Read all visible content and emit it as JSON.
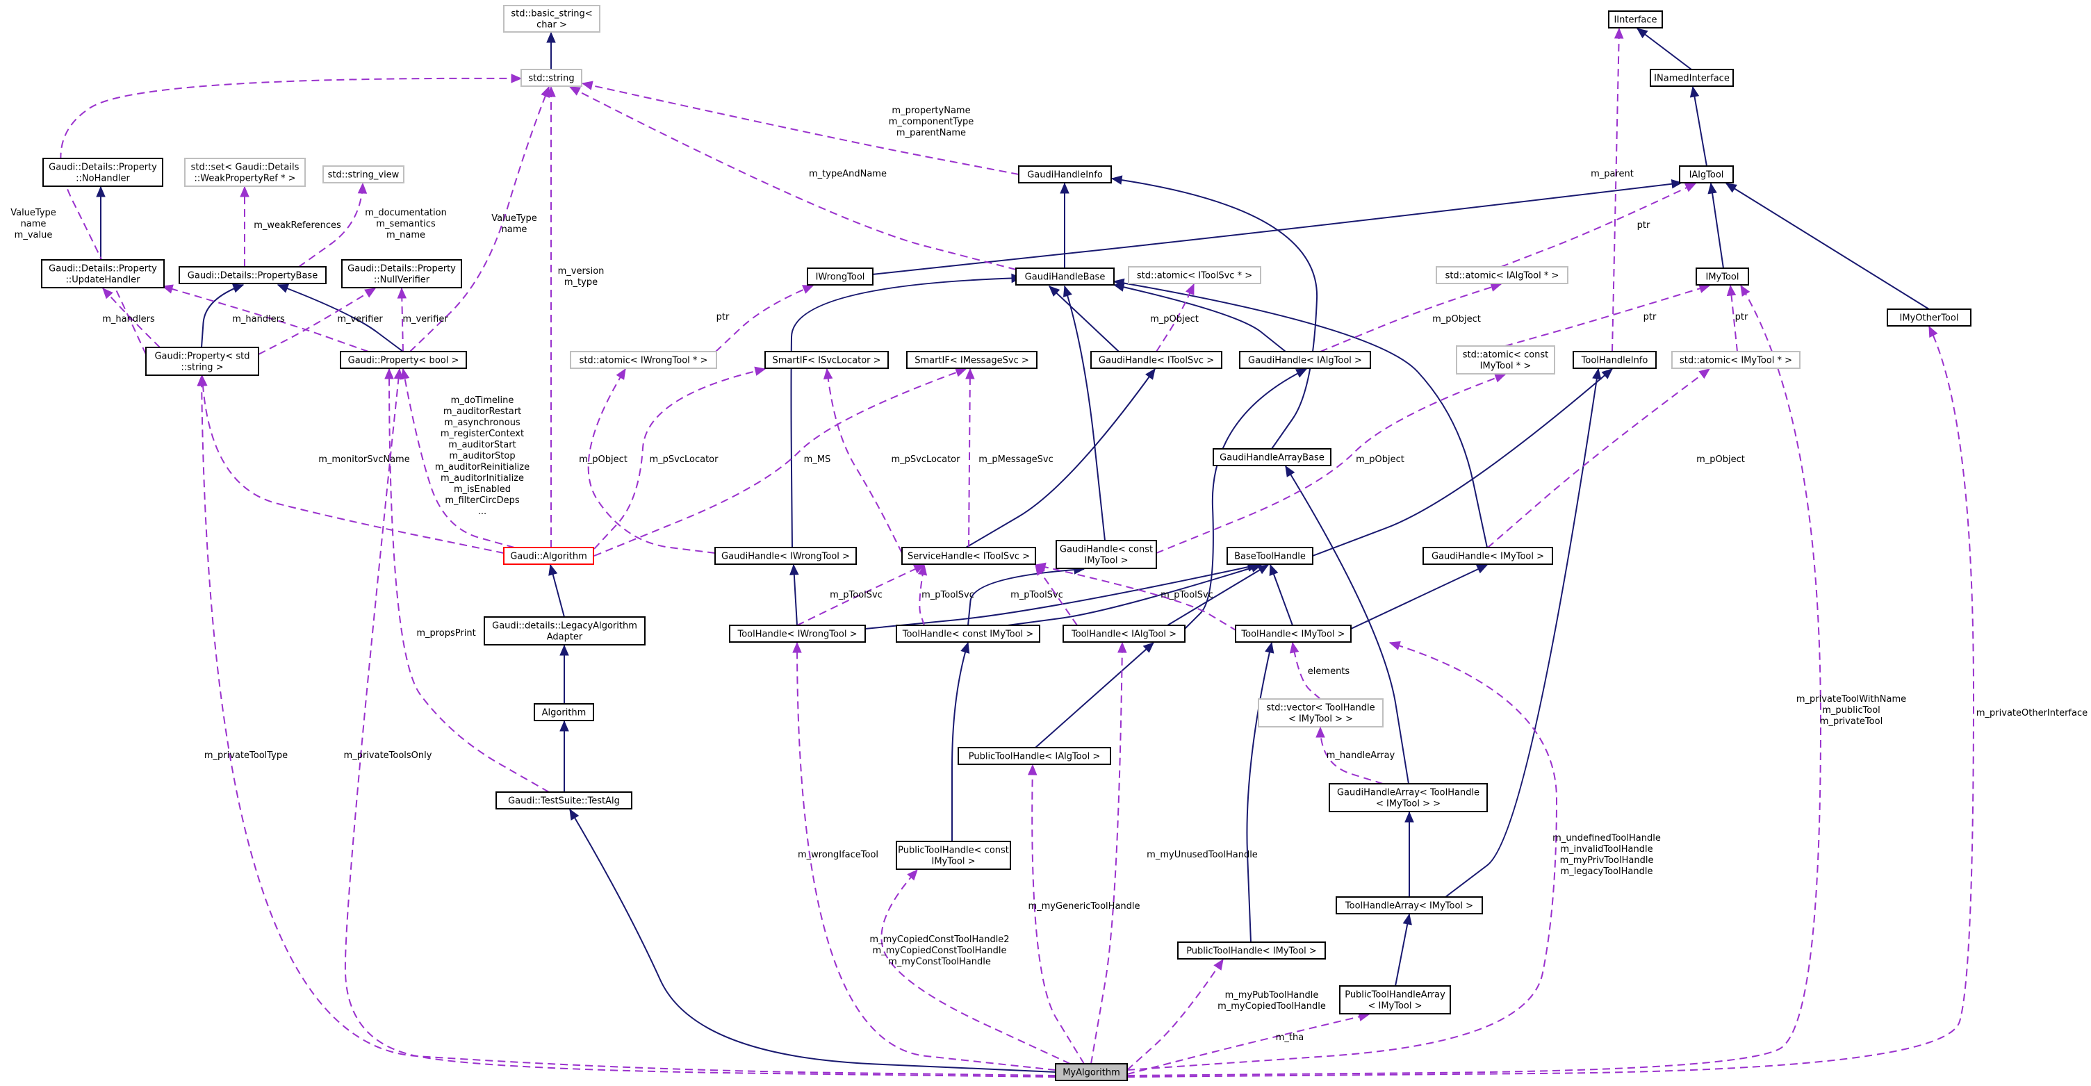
{
  "nodes": {
    "basic_string": [
      "std::basic_string<",
      "char >"
    ],
    "std_string": [
      "std::string"
    ],
    "iinterface": [
      "IInterface"
    ],
    "inamedinterface": [
      "INamedInterface"
    ],
    "ialgtool": [
      "IAlgTool"
    ],
    "imytool": [
      "IMyTool"
    ],
    "imyothertool": [
      "IMyOtherTool"
    ],
    "noHandler": [
      "Gaudi::Details::Property",
      "::NoHandler"
    ],
    "weakPropSet": [
      "std::set< Gaudi::Details",
      "::WeakPropertyRef * >"
    ],
    "string_view": [
      "std::string_view"
    ],
    "updateHandler": [
      "Gaudi::Details::Property",
      "::UpdateHandler"
    ],
    "propertyBase": [
      "Gaudi::Details::PropertyBase"
    ],
    "nullVerifier": [
      "Gaudi::Details::Property",
      "::NullVerifier"
    ],
    "propString": [
      "Gaudi::Property< std",
      "::string >"
    ],
    "propBool": [
      "Gaudi::Property< bool >"
    ],
    "gaudiHandleInfo": [
      "GaudiHandleInfo"
    ],
    "iwrongtool": [
      "IWrongTool"
    ],
    "gaudiHandleBase": [
      "GaudiHandleBase"
    ],
    "atomicIToolSvc": [
      "std::atomic< IToolSvc * >"
    ],
    "atomicIAlgTool": [
      "std::atomic< IAlgTool * >"
    ],
    "atomicIWrongTool": [
      "std::atomic< IWrongTool * >"
    ],
    "smartIFLocator": [
      "SmartIF< ISvcLocator >"
    ],
    "smartIFMsg": [
      "SmartIF< IMessageSvc >"
    ],
    "ghIToolSvc": [
      "GaudiHandle< IToolSvc >"
    ],
    "ghIAlgTool": [
      "GaudiHandle< IAlgTool >"
    ],
    "atomicConstIMyTool": [
      "std::atomic< const",
      "IMyTool * >"
    ],
    "toolHandleInfo": [
      "ToolHandleInfo"
    ],
    "atomicIMyTool": [
      "std::atomic< IMyTool * >"
    ],
    "gaudiHandleArrayBase": [
      "GaudiHandleArrayBase"
    ],
    "gaudiAlgorithm": [
      "Gaudi::Algorithm"
    ],
    "ghIWrongTool": [
      "GaudiHandle< IWrongTool >"
    ],
    "serviceHandle": [
      "ServiceHandle< IToolSvc >"
    ],
    "ghConstIMyTool": [
      "GaudiHandle< const",
      "IMyTool >"
    ],
    "baseToolHandle": [
      "BaseToolHandle"
    ],
    "ghIMyTool": [
      "GaudiHandle< IMyTool >"
    ],
    "legacyAdapter": [
      "Gaudi::details::LegacyAlgorithm",
      "Adapter"
    ],
    "thIWrongTool": [
      "ToolHandle< IWrongTool >"
    ],
    "thConstIMyTool": [
      "ToolHandle< const IMyTool >"
    ],
    "thIAlgTool": [
      "ToolHandle< IAlgTool >"
    ],
    "thIMyTool": [
      "ToolHandle< IMyTool >"
    ],
    "vectorToolHandle": [
      "std::vector< ToolHandle",
      "< IMyTool > >"
    ],
    "algorithm": [
      "Algorithm"
    ],
    "pthIAlgTool": [
      "PublicToolHandle< IAlgTool >"
    ],
    "ghaToolHandle": [
      "GaudiHandleArray< ToolHandle",
      "< IMyTool > >"
    ],
    "testAlg": [
      "Gaudi::TestSuite::TestAlg"
    ],
    "pthConstIMyTool": [
      "PublicToolHandle< const",
      "IMyTool >"
    ],
    "thaIMyTool": [
      "ToolHandleArray< IMyTool >"
    ],
    "pthIMyTool": [
      "PublicToolHandle< IMyTool >"
    ],
    "pthaIMyTool": [
      "PublicToolHandleArray",
      "< IMyTool >"
    ],
    "myAlgorithm": [
      "MyAlgorithm"
    ]
  },
  "edge_labels": {
    "propGHInfo": [
      "m_propertyName",
      "m_componentType",
      "m_parentName"
    ],
    "typeAndName": [
      "m_typeAndName"
    ],
    "weakRefs": [
      "m_weakReferences"
    ],
    "docSemName": [
      "m_documentation",
      "m_semantics",
      "m_name"
    ],
    "valueTypeLeft": [
      "ValueType",
      "name",
      "m_value"
    ],
    "valueTypeBool": [
      "ValueType",
      "name"
    ],
    "versionType": [
      "m_version",
      "m_type"
    ],
    "parent": [
      "m_parent"
    ],
    "ptrAlgTool": [
      "ptr"
    ],
    "ptrWrong": [
      "ptr"
    ],
    "ptrConstMy": [
      "ptr"
    ],
    "ptrMy": [
      "ptr"
    ],
    "pObjectToolSvc": [
      "m_pObject"
    ],
    "pObjectAlgTool": [
      "m_pObject"
    ],
    "handlersLeft": [
      "m_handlers"
    ],
    "handlersBool": [
      "m_handlers"
    ],
    "verifierLeft": [
      "m_verifier"
    ],
    "verifierBool": [
      "m_verifier"
    ],
    "algFlags": [
      "m_doTimeline",
      "m_auditorRestart",
      "m_asynchronous",
      "m_registerContext",
      "m_auditorStart",
      "m_auditorStop",
      "m_auditorReinitialize",
      "m_auditorInitialize",
      "m_isEnabled",
      "m_filterCircDeps",
      "..."
    ],
    "monitorSvc": [
      "m_monitorSvcName"
    ],
    "pObjectWrong": [
      "m_pObject"
    ],
    "pSvcLocatorAlg": [
      "m_pSvcLocator"
    ],
    "ms": [
      "m_MS"
    ],
    "pSvcLocatorSH": [
      "m_pSvcLocator"
    ],
    "pMessageSvc": [
      "m_pMessageSvc"
    ],
    "pObjectConstMy": [
      "m_pObject"
    ],
    "pObjectMy": [
      "m_pObject"
    ],
    "pToolSvc1": [
      "m_pToolSvc"
    ],
    "pToolSvc2": [
      "m_pToolSvc"
    ],
    "pToolSvc3": [
      "m_pToolSvc"
    ],
    "pToolSvc4": [
      "m_pToolSvc"
    ],
    "elements": [
      "elements"
    ],
    "propsPrint": [
      "m_propsPrint"
    ],
    "handleArray": [
      "m_handleArray"
    ],
    "privateToolType": [
      "m_privateToolType"
    ],
    "privateToolsOnly": [
      "m_privateToolsOnly"
    ],
    "privateToolWithName": [
      "m_privateToolWithName",
      "m_publicTool",
      "m_privateTool"
    ],
    "privateOtherInterface": [
      "m_privateOtherInterface"
    ],
    "wrongIface": [
      "m_wrongIfaceTool"
    ],
    "undefinedHandles": [
      "m_undefinedToolHandle",
      "m_invalidToolHandle",
      "m_myPrivToolHandle",
      "m_legacyToolHandle"
    ],
    "myUnused": [
      "m_myUnusedToolHandle"
    ],
    "myGeneric": [
      "m_myGenericToolHandle"
    ],
    "copiedConst": [
      "m_myCopiedConstToolHandle2",
      "m_myCopiedConstToolHandle",
      "m_myConstToolHandle"
    ],
    "pubTool": [
      "m_myPubToolHandle",
      "m_myCopiedToolHandle"
    ],
    "tha": [
      "m_tha"
    ]
  }
}
